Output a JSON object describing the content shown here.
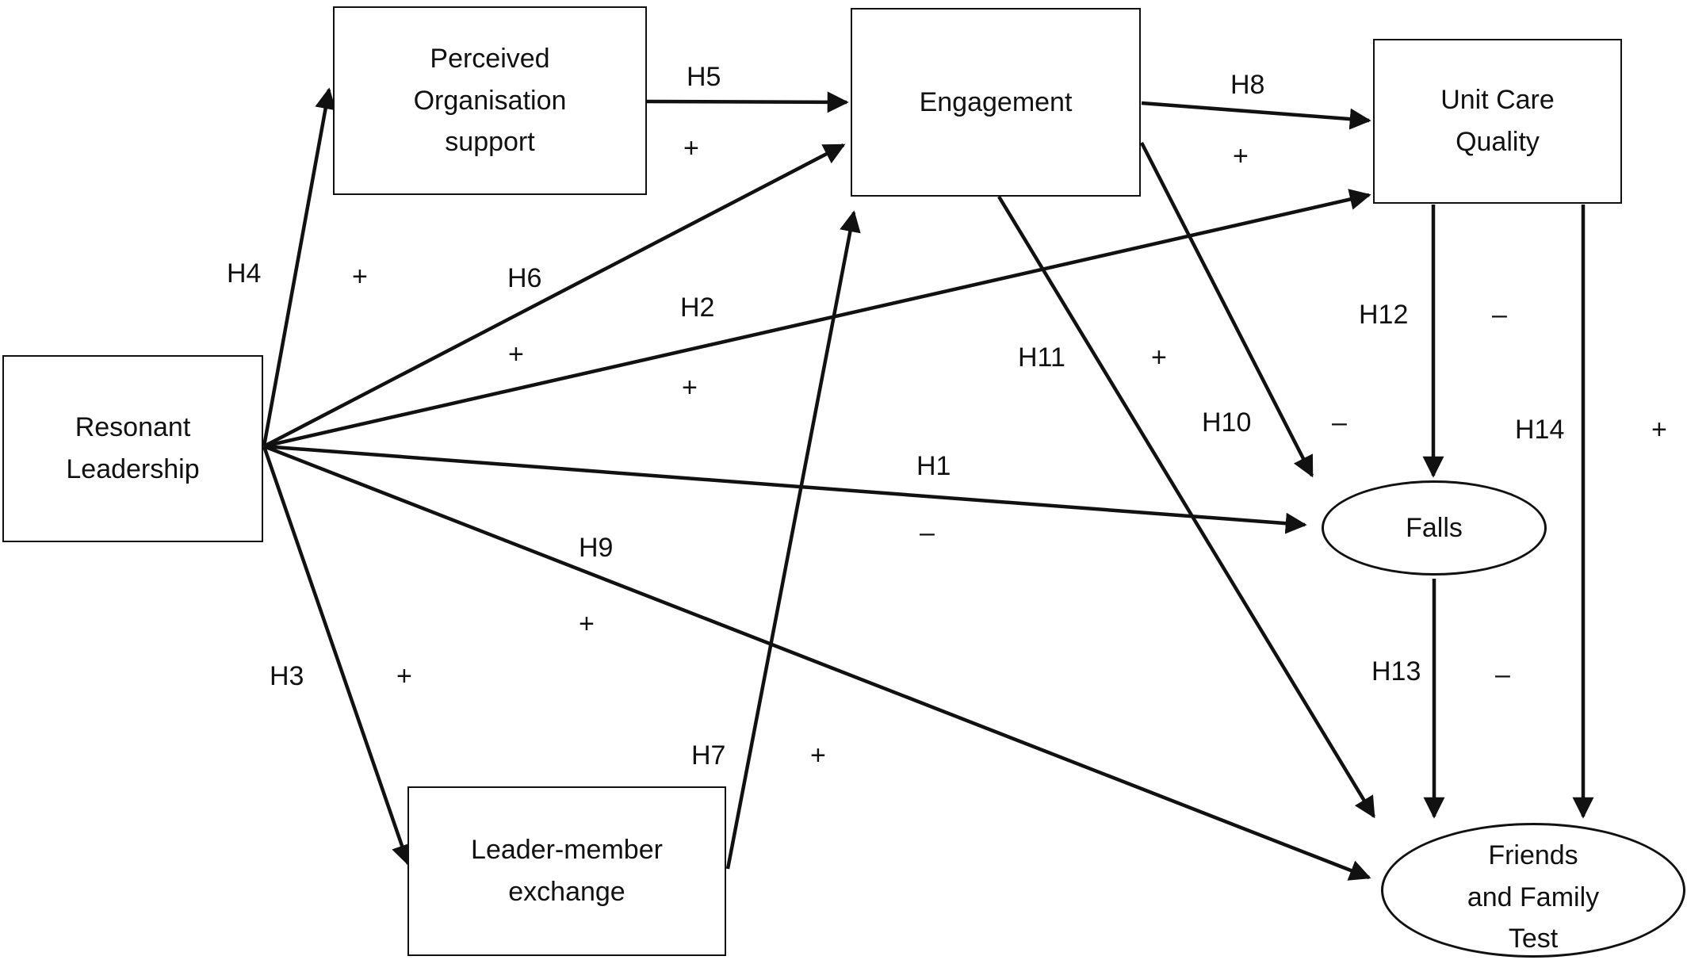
{
  "nodes": {
    "resonant": "Resonant\nLeadership",
    "pos": "Perceived\nOrganisation\nsupport",
    "engagement": "Engagement",
    "ucq": "Unit Care\nQuality",
    "falls": "Falls",
    "fft": "Friends\nand Family\nTest",
    "lmx": "Leader-member\nexchange"
  },
  "hypotheses": {
    "h1": {
      "label": "H1",
      "sign": "–"
    },
    "h2": {
      "label": "H2",
      "sign": "+"
    },
    "h3": {
      "label": "H3",
      "sign": "+"
    },
    "h4": {
      "label": "H4",
      "sign": "+"
    },
    "h5": {
      "label": "H5",
      "sign": "+"
    },
    "h6": {
      "label": "H6",
      "sign": "+"
    },
    "h7": {
      "label": "H7",
      "sign": "+"
    },
    "h8": {
      "label": "H8",
      "sign": "+"
    },
    "h9": {
      "label": "H9",
      "sign": "+"
    },
    "h10": {
      "label": "H10",
      "sign": "–"
    },
    "h11": {
      "label": "H11",
      "sign": "+"
    },
    "h12": {
      "label": "H12",
      "sign": "–"
    },
    "h13": {
      "label": "H13",
      "sign": "–"
    },
    "h14": {
      "label": "H14",
      "sign": "+"
    }
  }
}
